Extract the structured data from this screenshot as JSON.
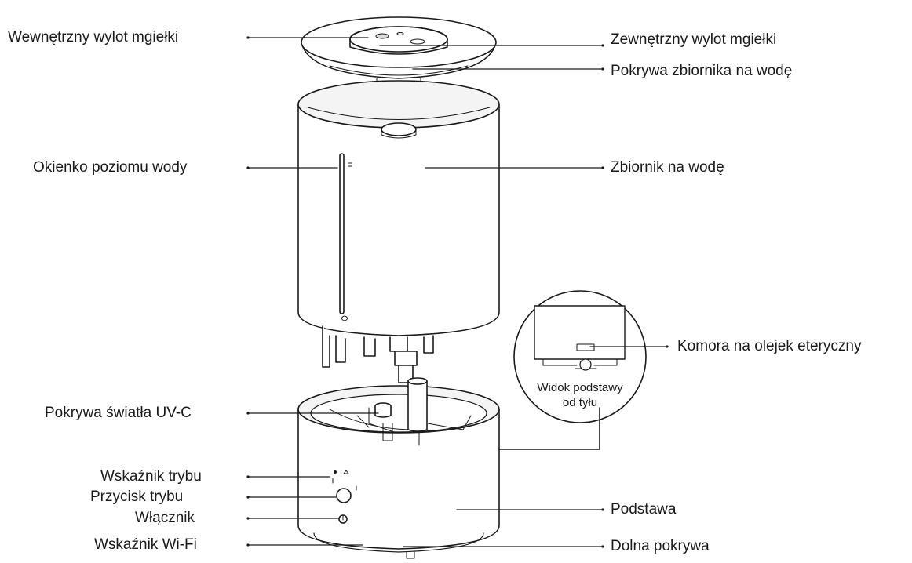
{
  "labels": {
    "inner_mist_outlet": "Wewnętrzny wylot mgiełki",
    "outer_mist_outlet": "Zewnętrzny wylot mgiełki",
    "tank_cover": "Pokrywa zbiornika na wodę",
    "water_level_window": "Okienko poziomu wody",
    "water_tank": "Zbiornik na wodę",
    "essential_oil_chamber": "Komora na olejek eteryczny",
    "rear_view_caption_line1": "Widok podstawy",
    "rear_view_caption_line2": "od tyłu",
    "uvc_light_cover": "Pokrywa światła UV-C",
    "mode_indicator": "Wskaźnik trybu",
    "mode_button": "Przycisk trybu",
    "power_switch": "Włącznik",
    "wifi_indicator": "Wskaźnik Wi-Fi",
    "base": "Podstawa",
    "bottom_cover": "Dolna pokrywa"
  },
  "colors": {
    "line": "#1a1a1a",
    "fill": "#ffffff",
    "shade": "#f2f2f2"
  }
}
